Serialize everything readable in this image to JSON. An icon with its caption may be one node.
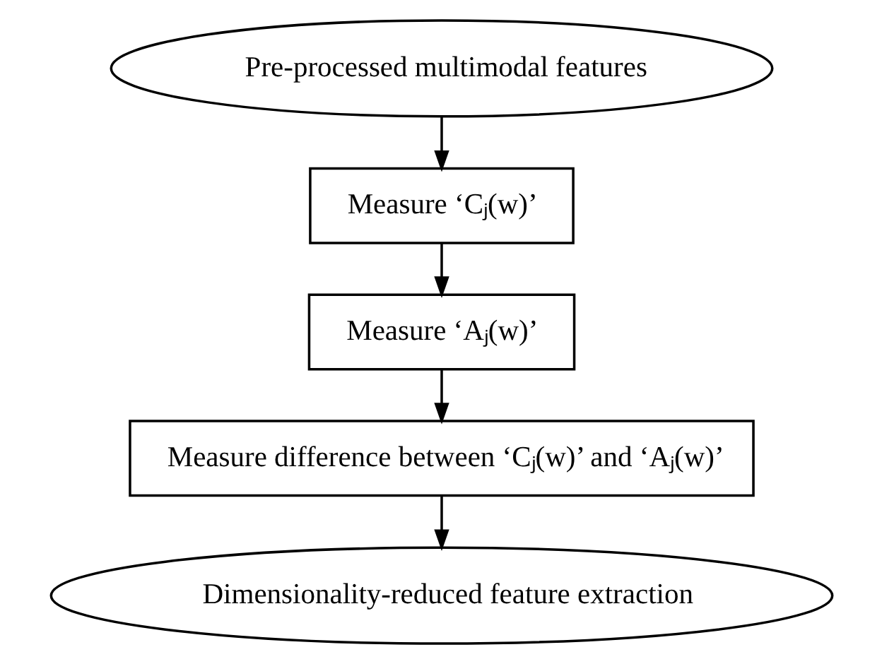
{
  "diagram": {
    "nodes": [
      {
        "text": [
          "Pre-processed multimodal features"
        ]
      },
      {
        "text": [
          "Measure ‘Cⱼ(w)’"
        ]
      },
      {
        "text": [
          "Measure ‘Aⱼ(w)’"
        ]
      },
      {
        "text": [
          "Measure difference between ‘Cⱼ(w)’ and ‘Aⱼ(w)’"
        ]
      },
      {
        "text": [
          "Dimensionality-reduced feature extraction"
        ]
      }
    ],
    "edges": [
      {
        "from": 0,
        "to": 1,
        "arrow": "to"
      },
      {
        "from": 1,
        "to": 2,
        "arrow": "to"
      },
      {
        "from": 2,
        "to": 3,
        "arrow": "to"
      },
      {
        "from": 3,
        "to": 4,
        "arrow": "to"
      }
    ]
  }
}
